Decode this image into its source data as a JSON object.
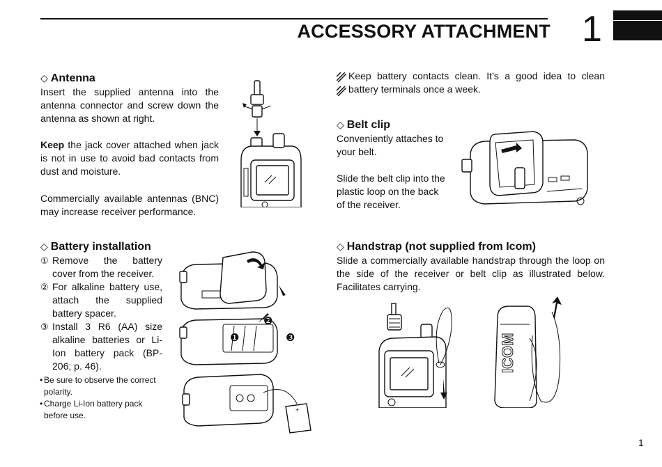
{
  "header": {
    "title": "ACCESSORY ATTACHMENT",
    "chapter_number": "1"
  },
  "antenna": {
    "heading": "Antenna",
    "para1": "Insert the supplied antenna into the antenna connector and screw down the antenna as shown at right.",
    "para2_bold": "Keep",
    "para2_rest": " the jack cover attached when jack is not in use to avoid bad contacts from dust and moisture.",
    "para3": "Commercially available antennas (BNC) may increase receiver performance."
  },
  "battery": {
    "heading": "Battery installation",
    "steps": [
      {
        "num": "①",
        "text": "Remove the battery cover from the receiver."
      },
      {
        "num": "②",
        "text": "For alkaline battery use, attach the supplied battery spacer."
      },
      {
        "num": "③",
        "text": "Install 3 R6 (AA) size alkaline batteries or Li-Ion battery pack (BP-206; p. 46)."
      }
    ],
    "notes": [
      "Be sure to observe the correct polarity.",
      "Charge Li-Ion battery pack before use."
    ],
    "callouts": [
      "❶",
      "❷",
      "❸"
    ]
  },
  "tip": {
    "text": "Keep battery contacts clean. It’s a good idea to clean battery terminals once a week."
  },
  "belt_clip": {
    "heading": "Belt clip",
    "para1": "Conveniently attaches to your belt.",
    "para2": "Slide the belt clip into the plastic loop on the back of the receiver."
  },
  "handstrap": {
    "heading": "Handstrap (not supplied from Icom)",
    "para1": "Slide a commercially available handstrap through the loop on the side of the receiver or belt clip as illustrated below. Facilitates carrying.",
    "logo_text": "ICOM"
  },
  "footer": {
    "page_number": "1"
  },
  "icons": {
    "section_marker": "diamond-outline-icon",
    "tip": "hatched-note-icon"
  }
}
